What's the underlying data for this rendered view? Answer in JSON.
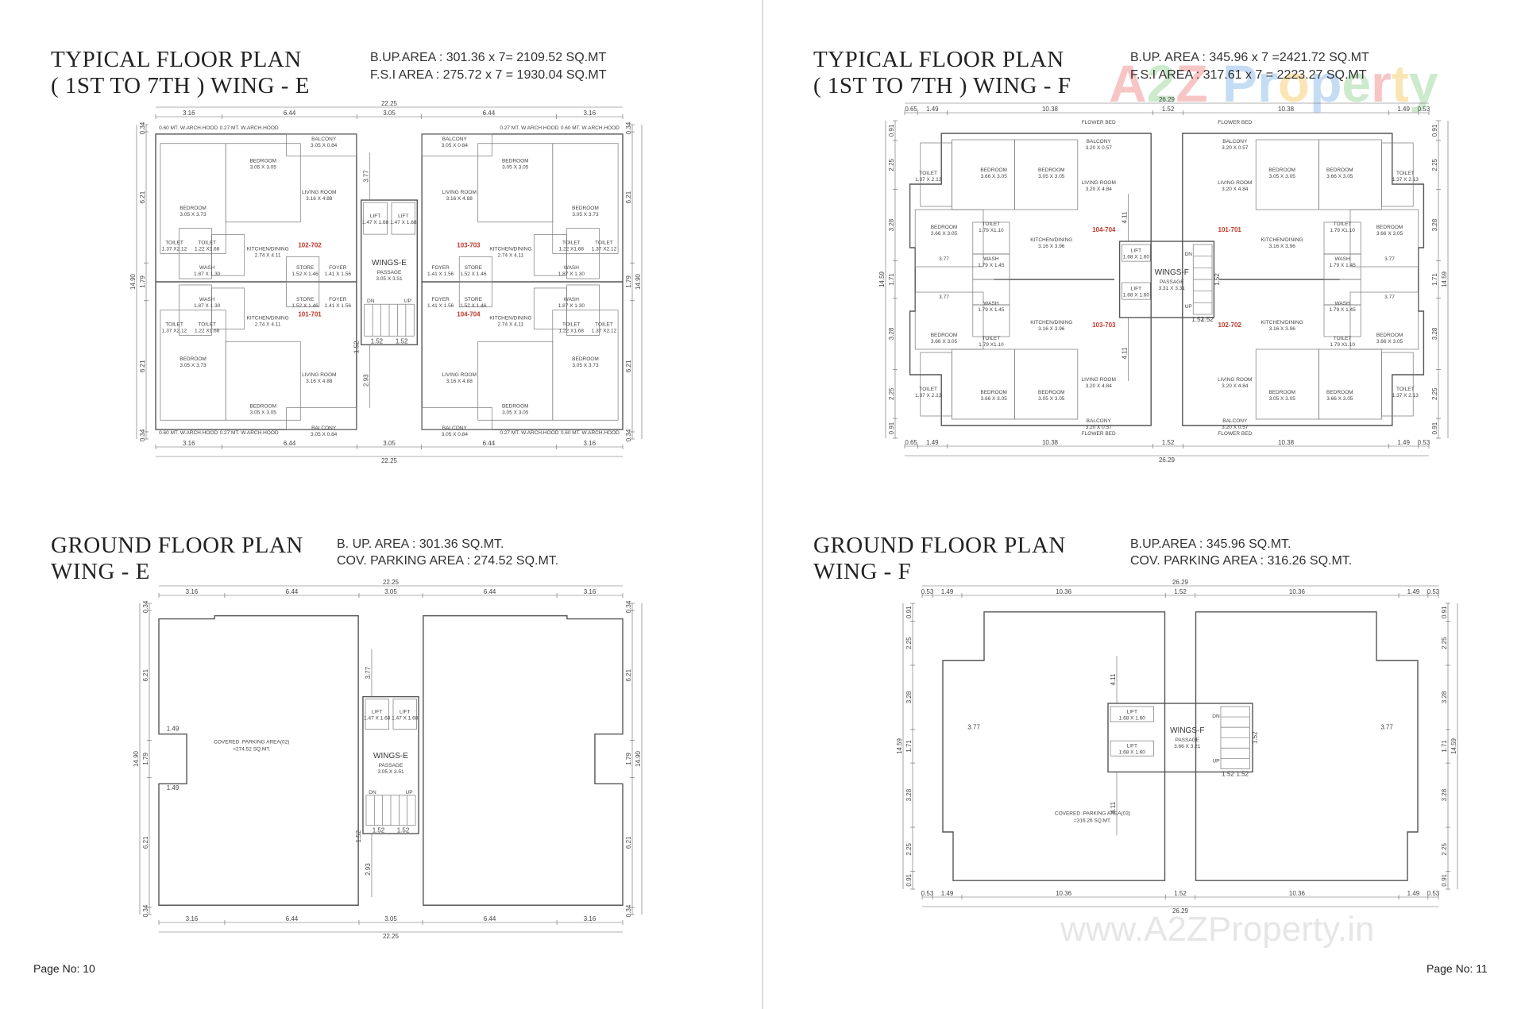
{
  "left_page": {
    "typical": {
      "title_line1": "TYPICAL FLOOR PLAN",
      "title_line2": "( 1ST TO 7TH ) WING - E",
      "spec_line1": "B.UP.AREA : 301.36 x 7= 2109.52 SQ.MT",
      "spec_line2": "F.S.I AREA : 275.72 x 7 = 1930.04 SQ.MT",
      "plan": {
        "dims_x": [
          "3.16",
          "6.44",
          "3.05",
          "6.44",
          "3.16"
        ],
        "total_x": "22.25",
        "dims_y": [
          "0.34",
          "6.21",
          "1.79",
          "6.21",
          "0.34"
        ],
        "total_y": "14.90",
        "units": [
          "102-702",
          "103-703",
          "101-701",
          "104-704"
        ],
        "rooms": [
          {
            "name": "BEDROOM",
            "size": "3.05 X 3.73"
          },
          {
            "name": "BEDROOM",
            "size": "3.05 X 3.05"
          },
          {
            "name": "BALCONY",
            "size": "3.05 X 0.84"
          },
          {
            "name": "LIVING ROOM",
            "size": "3.16 X 4.88"
          },
          {
            "name": "TOILET",
            "size": "1.37 X2.12"
          },
          {
            "name": "TOILET",
            "size": "1.22 X1.68"
          },
          {
            "name": "KITCHEN/DINING",
            "size": "2.74 X 4.11"
          },
          {
            "name": "STORE",
            "size": "1.52 X 1.46"
          },
          {
            "name": "FOYER",
            "size": "1.41 X 1.56"
          },
          {
            "name": "WASH",
            "size": "1.87 X 1.30"
          },
          {
            "name": "0.60 MT. W.ARCH.HOOD",
            "size": ""
          },
          {
            "name": "0.27 MT. W.ARCH.HOOD",
            "size": ""
          }
        ],
        "core": {
          "wing": "WINGS-E",
          "passage": "PASSAGE",
          "passage_size": "3.05 X 3.51",
          "lift": "LIFT",
          "lift_size": "1.47 X 1.68",
          "dn": "DN",
          "up": "UP",
          "stair_dims": [
            "1.52",
            "1.52",
            "1.52",
            "3.77",
            "2.93"
          ]
        }
      }
    },
    "ground": {
      "title_line1": "GROUND FLOOR PLAN",
      "title_line2": "WING - E",
      "spec_line1": "B. UP. AREA : 301.36  SQ.MT.",
      "spec_line2": "COV. PARKING AREA : 274.52 SQ.MT.",
      "plan": {
        "dims_x": [
          "3.16",
          "6.44",
          "3.05",
          "6.44",
          "3.16"
        ],
        "total_x": "22.25",
        "dims_y": [
          "0.34",
          "6.21",
          "1.79",
          "6.21",
          "0.34"
        ],
        "total_y": "14.90",
        "parking_label": "COVERED .PARKING AREA(02)",
        "parking_area": "=274.52 SQ.MT.",
        "side_dims": [
          "1.49",
          "1.49"
        ],
        "core": {
          "wing": "WINGS-E",
          "passage": "PASSAGE",
          "passage_size": "3.05 X 3.51",
          "lift": "LIFT",
          "lift_size": "1.47 X 1.68",
          "dn": "DN",
          "up": "UP",
          "stair_dims": [
            "1.52",
            "1.52",
            "1.52",
            "3.77",
            "2.93"
          ]
        }
      }
    },
    "page_no": "Page No: 10"
  },
  "right_page": {
    "typical": {
      "title_line1": "TYPICAL FLOOR PLAN",
      "title_line2": "( 1ST TO 7TH ) WING - F",
      "spec_line1": "B.UP. AREA : 345.96 x 7 =2421.72 SQ.MT",
      "spec_line2": "F.S.I AREA :  317.61 x 7 = 2223.27 SQ.MT",
      "plan": {
        "dims_x": [
          "0.65",
          "1.49",
          "10.38",
          "1.52",
          "10.38",
          "1.49",
          "0.53"
        ],
        "total_x": "26.29",
        "dims_y": [
          "0.91",
          "2.25",
          "3.28",
          "1.71",
          "3.28",
          "2.25",
          "0.91"
        ],
        "total_y": "14.59",
        "units": [
          "104-704",
          "101-701",
          "103-703",
          "102-702"
        ],
        "rooms": [
          {
            "name": "TOILET",
            "size": "1.37 X 2.13"
          },
          {
            "name": "BEDROOM",
            "size": "3.66 X 3.05"
          },
          {
            "name": "BEDROOM",
            "size": "3.05 X 3.05"
          },
          {
            "name": "BALCONY",
            "size": "3.20 X 0.57"
          },
          {
            "name": "LIVING ROOM",
            "size": "3.20 X 4.84"
          },
          {
            "name": "BEDROOM",
            "size": "3.66 X 3.05"
          },
          {
            "name": "TOILET",
            "size": "1.79 X1.10"
          },
          {
            "name": "KITCHEN/DINING",
            "size": "3.16 X 3.96"
          },
          {
            "name": "WASH",
            "size": "1.79 X 1.45"
          },
          {
            "name": "FLOWER BED",
            "size": ""
          },
          {
            "name": "3.77",
            "size": ""
          }
        ],
        "core": {
          "wing": "WINGS-F",
          "passage": "PASSAGE",
          "passage_size": "3.31 X 3.31",
          "lift": "LIFT",
          "lift_size": "1.68 X 1.60",
          "dn": "DN",
          "up": "UP",
          "stair_dims": [
            "1.52",
            "1.52",
            "1.52",
            "4.11",
            "4.11"
          ]
        }
      }
    },
    "ground": {
      "title_line1": "GROUND FLOOR PLAN",
      "title_line2": "WING - F",
      "spec_line1": "B.UP.AREA : 345.96  SQ.MT.",
      "spec_line2": "COV. PARKING AREA : 316.26  SQ.MT.",
      "plan": {
        "dims_x": [
          "0.53",
          "1.49",
          "10.36",
          "1.52",
          "10.36",
          "1.49",
          "0.53"
        ],
        "total_x": "26.29",
        "dims_y": [
          "0.91",
          "2.25",
          "3.28",
          "1.71",
          "3.28",
          "2.25",
          "0.91"
        ],
        "total_y": "14.59",
        "parking_label": "COVERED .PARKING AREA(03)",
        "parking_area": "=316.26 SQ.MT.",
        "side_dims": [
          "3.77",
          "3.77"
        ],
        "core": {
          "wing": "WINGS-F",
          "passage": "PASSAGE",
          "passage_size": "3.66 X 3.21",
          "lift": "LIFT",
          "lift_size": "1.68 X 1.60",
          "dn": "DN",
          "up": "UP",
          "stair_dims": [
            "1.52",
            "1.52",
            "1.52",
            "4.11",
            "4.11"
          ]
        }
      }
    },
    "page_no": "Page No: 11"
  },
  "watermark": {
    "logo_parts": [
      "A",
      "2",
      "Z",
      " P",
      "r",
      "o",
      "p",
      "e",
      "r",
      "t",
      "y"
    ],
    "logo_colors": [
      "#f08080",
      "#8fd18f",
      "#f08080",
      "#7fb3ea",
      "#7fb3ea",
      "#f5c85a",
      "#7fb3ea",
      "#8fd18f",
      "#f08080",
      "#f5c85a",
      "#8fd18f"
    ],
    "url": "www.A2ZProperty.in"
  }
}
